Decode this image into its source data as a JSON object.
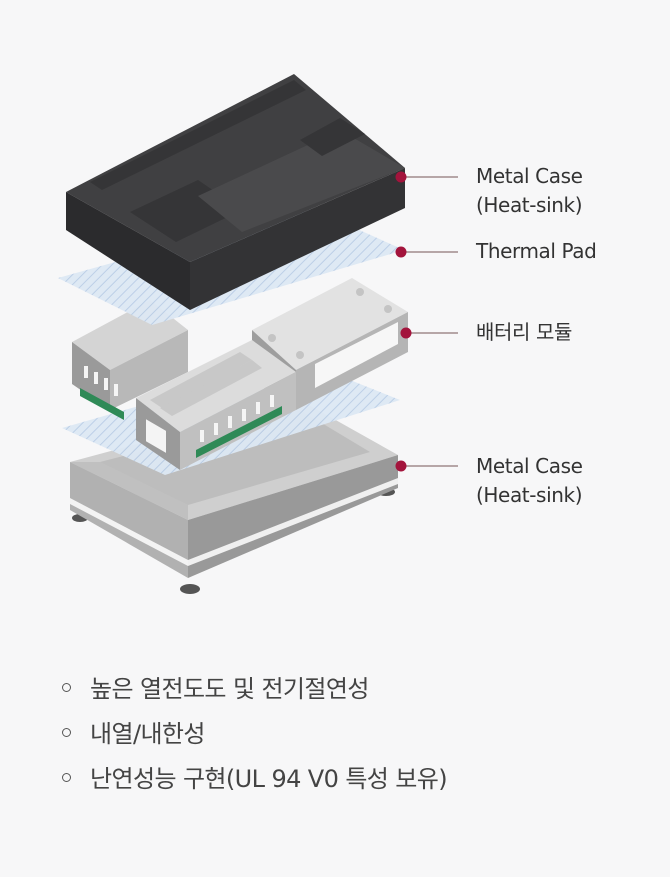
{
  "labels": {
    "metal_case_top": {
      "line1": "Metal Case",
      "line2": "(Heat-sink)"
    },
    "thermal_pad": "Thermal Pad",
    "battery_module": "배터리 모듈",
    "metal_case_bottom": {
      "line1": "Metal Case",
      "line2": "(Heat-sink)"
    }
  },
  "features": [
    "높은 열전도도 및 전기절연성",
    "내열/내한성",
    "난연성능 구현(UL 94 V0 특성 보유)"
  ],
  "colors": {
    "marker": "#a3143c",
    "leader_line": "#a08c8c",
    "metal_case_top": "#3b3b3d",
    "thermal_pad": "#d6e4f2",
    "module_body": "#d9d9d9",
    "pcb_strip": "#2f8a57",
    "metal_case_bottom": "#c2c2c2"
  }
}
